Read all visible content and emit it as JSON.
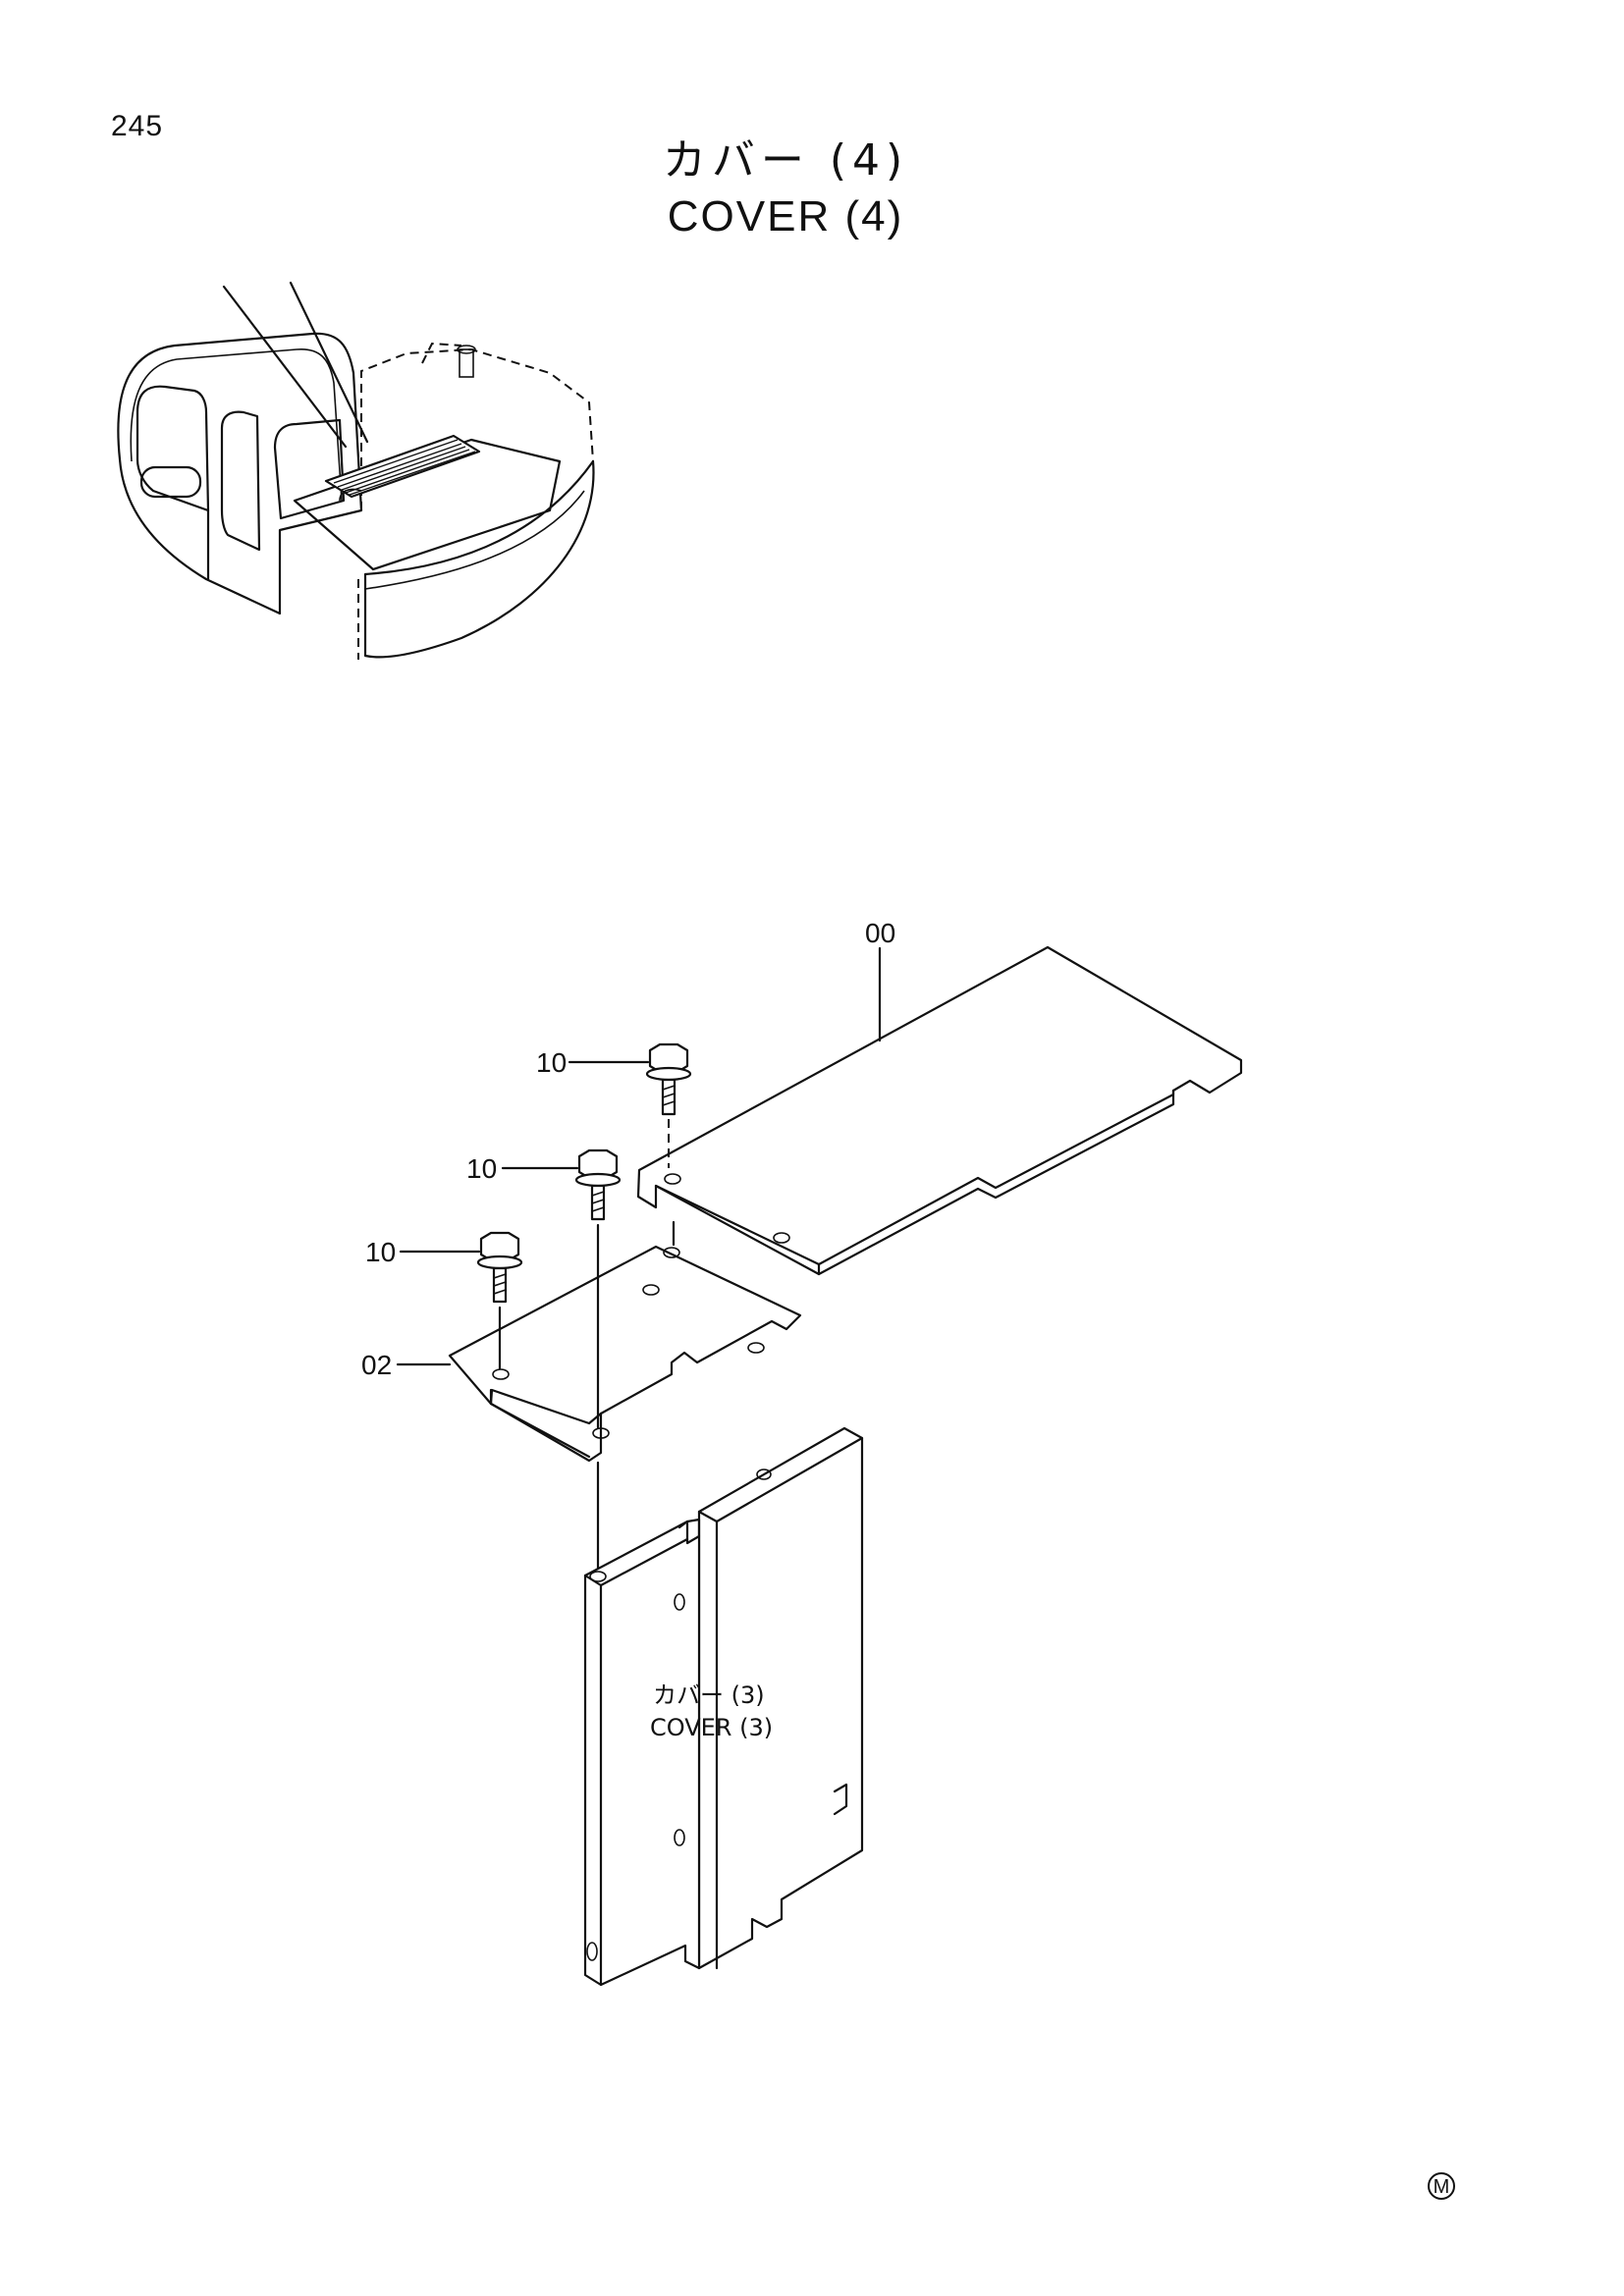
{
  "page": {
    "number": "245",
    "title_jp": "カバー (4)",
    "title_en": "COVER (4)"
  },
  "callouts": [
    {
      "id": "c00",
      "text": "00"
    },
    {
      "id": "c10a",
      "text": "10"
    },
    {
      "id": "c10b",
      "text": "10"
    },
    {
      "id": "c10c",
      "text": "10"
    },
    {
      "id": "c02",
      "text": "02"
    }
  ],
  "inner_label": {
    "jp": "カバー (3)",
    "en": "COVER (3)"
  },
  "mark": {
    "symbol": "M"
  }
}
